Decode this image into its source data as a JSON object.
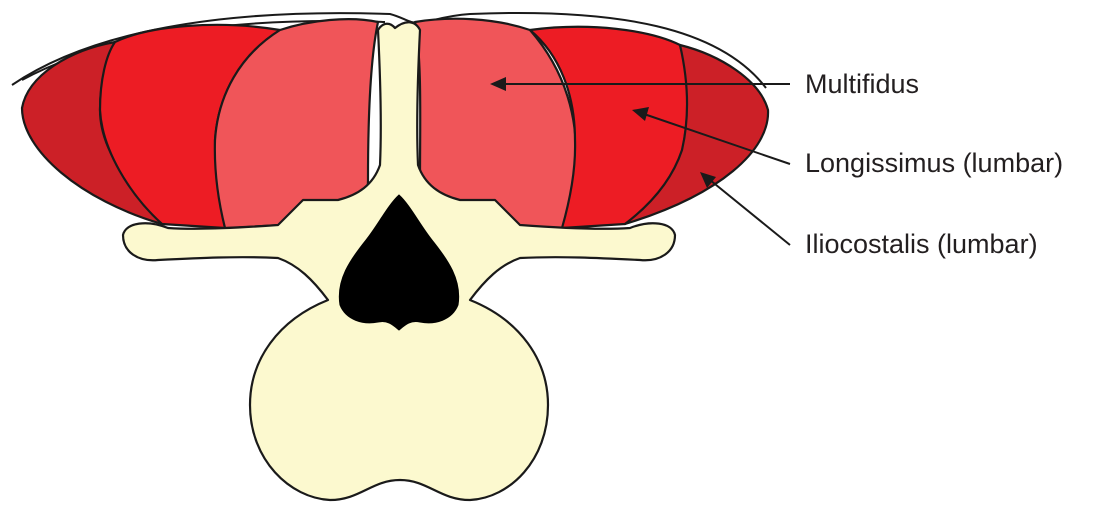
{
  "diagram": {
    "labels": {
      "multifidus": "Multifidus",
      "longissimus": "Longissimus (lumbar)",
      "iliocostalis": "Iliocostalis (lumbar)"
    }
  },
  "colors": {
    "iliocostalis": "#cc2027",
    "longissimus": "#ed1c24",
    "multifidus": "#f05559",
    "bone": "#fcf9cf",
    "spinal_canal": "#000000",
    "outline": "#1a1a1a"
  }
}
